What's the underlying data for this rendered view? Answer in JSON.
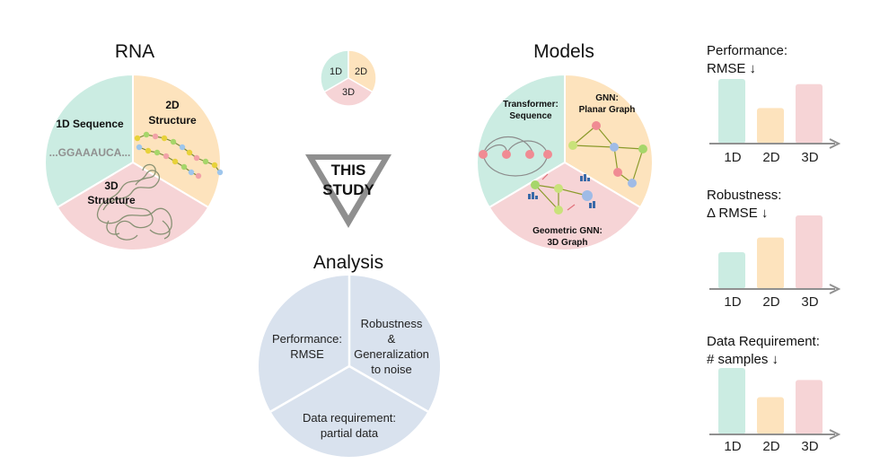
{
  "colors": {
    "teal": "#cbece2",
    "peach": "#fde3bd",
    "pink": "#f6d4d6",
    "blue": "#d9e2ee",
    "gray": "#909090"
  },
  "rna": {
    "title": "RNA",
    "seq_label": "1D Sequence",
    "seq_text": "...GGAAAUCA...",
    "struct2d_label_1": "2D",
    "struct2d_label_2": "Structure",
    "struct3d_label_1": "3D",
    "struct3d_label_2": "Structure"
  },
  "mini_pie": {
    "a": "1D",
    "b": "2D",
    "c": "3D"
  },
  "center": {
    "line1": "THIS",
    "line2": "STUDY"
  },
  "models": {
    "title": "Models",
    "transformer_1": "Transformer:",
    "transformer_2": "Sequence",
    "gnn_1": "GNN:",
    "gnn_2": "Planar Graph",
    "geo_1": "Geometric GNN:",
    "geo_2": "3D Graph"
  },
  "analysis": {
    "title": "Analysis",
    "perf_1": "Performance:",
    "perf_2": "RMSE",
    "rob_1": "Robustness",
    "rob_2": "&",
    "rob_3": "Generalization",
    "rob_4": "to noise",
    "data_1": "Data requirement:",
    "data_2": "partial data"
  },
  "chart_data": [
    {
      "type": "bar",
      "title": "Performance:",
      "subtitle": "RMSE ↓",
      "categories": [
        "1D",
        "2D",
        "3D"
      ],
      "values": [
        1.0,
        0.55,
        0.92
      ]
    },
    {
      "type": "bar",
      "title": "Robustness:",
      "subtitle": "Δ RMSE ↓",
      "categories": [
        "1D",
        "2D",
        "3D"
      ],
      "values": [
        0.5,
        0.7,
        1.0
      ]
    },
    {
      "type": "bar",
      "title": "Data Requirement:",
      "subtitle": "# samples ↓",
      "categories": [
        "1D",
        "2D",
        "3D"
      ],
      "values": [
        1.0,
        0.56,
        0.82
      ]
    }
  ]
}
